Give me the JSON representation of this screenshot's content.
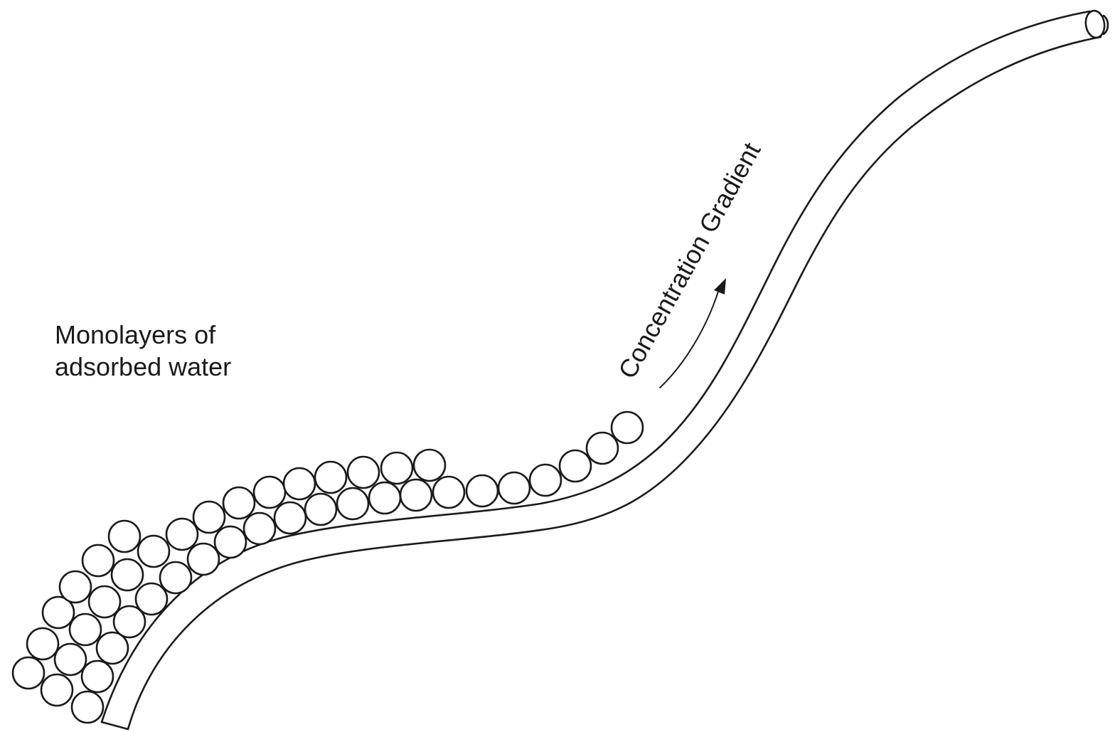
{
  "labels": {
    "monolayers_line1": "Monolayers of",
    "monolayers_line2": "adsorbed water",
    "gradient": "Concentration Gradient"
  },
  "colors": {
    "ink": "#1a1a1a",
    "background": "#ffffff"
  },
  "elements": {
    "capillary": "curved-capillary-tube",
    "arrow": "gradient-arrow",
    "molecules": "water-molecule-circles"
  }
}
